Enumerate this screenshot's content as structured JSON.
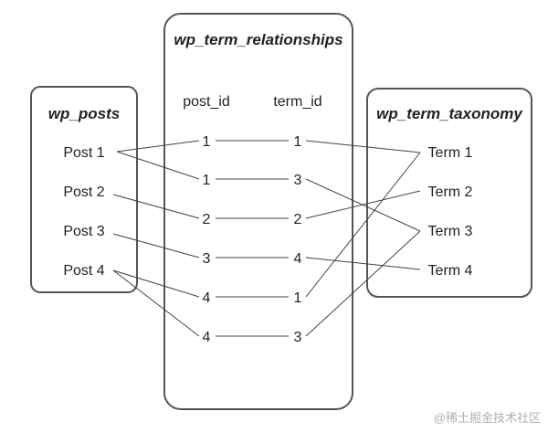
{
  "tables": {
    "posts": {
      "title": "wp_posts",
      "rows": [
        "Post 1",
        "Post 2",
        "Post 3",
        "Post 4"
      ]
    },
    "relationships": {
      "title": "wp_term_relationships",
      "columns": [
        "post_id",
        "term_id"
      ],
      "rows": [
        [
          "1",
          "1"
        ],
        [
          "1",
          "3"
        ],
        [
          "2",
          "2"
        ],
        [
          "3",
          "4"
        ],
        [
          "4",
          "1"
        ],
        [
          "4",
          "3"
        ]
      ]
    },
    "taxonomy": {
      "title": "wp_term_taxonomy",
      "rows": [
        "Term 1",
        "Term 2",
        "Term 3",
        "Term 4"
      ]
    }
  },
  "links": {
    "post_to_rel": [
      [
        0,
        0
      ],
      [
        0,
        1
      ],
      [
        1,
        2
      ],
      [
        2,
        3
      ],
      [
        3,
        4
      ],
      [
        3,
        5
      ]
    ],
    "rel_to_term": [
      [
        0,
        0
      ],
      [
        1,
        2
      ],
      [
        2,
        1
      ],
      [
        3,
        3
      ],
      [
        4,
        0
      ],
      [
        5,
        2
      ]
    ]
  },
  "watermark": "@稀土掘金技术社区"
}
